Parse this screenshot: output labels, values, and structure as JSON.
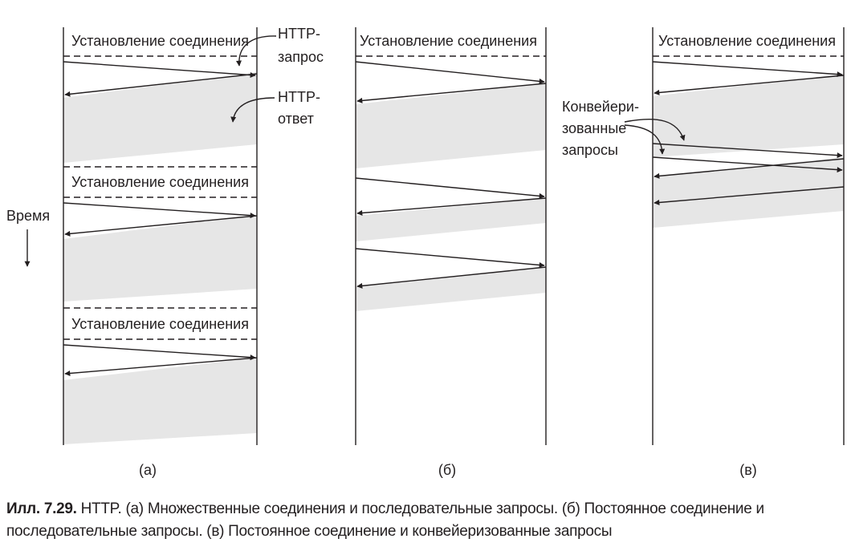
{
  "diagram": {
    "connection_label": "Установление соединения",
    "time_label": "Время",
    "annotations": {
      "http_request": [
        "HTTP-",
        "запрос"
      ],
      "http_response": [
        "HTTP-",
        "ответ"
      ],
      "pipelined_requests": [
        "Конвейери-",
        "зованные",
        "запросы"
      ]
    },
    "panels": [
      {
        "id": "a",
        "label": "(а)"
      },
      {
        "id": "b",
        "label": "(б)"
      },
      {
        "id": "c",
        "label": "(в)"
      }
    ]
  },
  "caption": {
    "number": "Илл. 7.29.",
    "text": " HTTP. (а) Множественные соединения и последовательные запросы. (б) Постоянное соединение и последовательные запросы. (в) Постоянное соединение и конвейеризованные запросы"
  },
  "colors": {
    "shade": "#e6e6e6",
    "ink": "#231f20"
  }
}
